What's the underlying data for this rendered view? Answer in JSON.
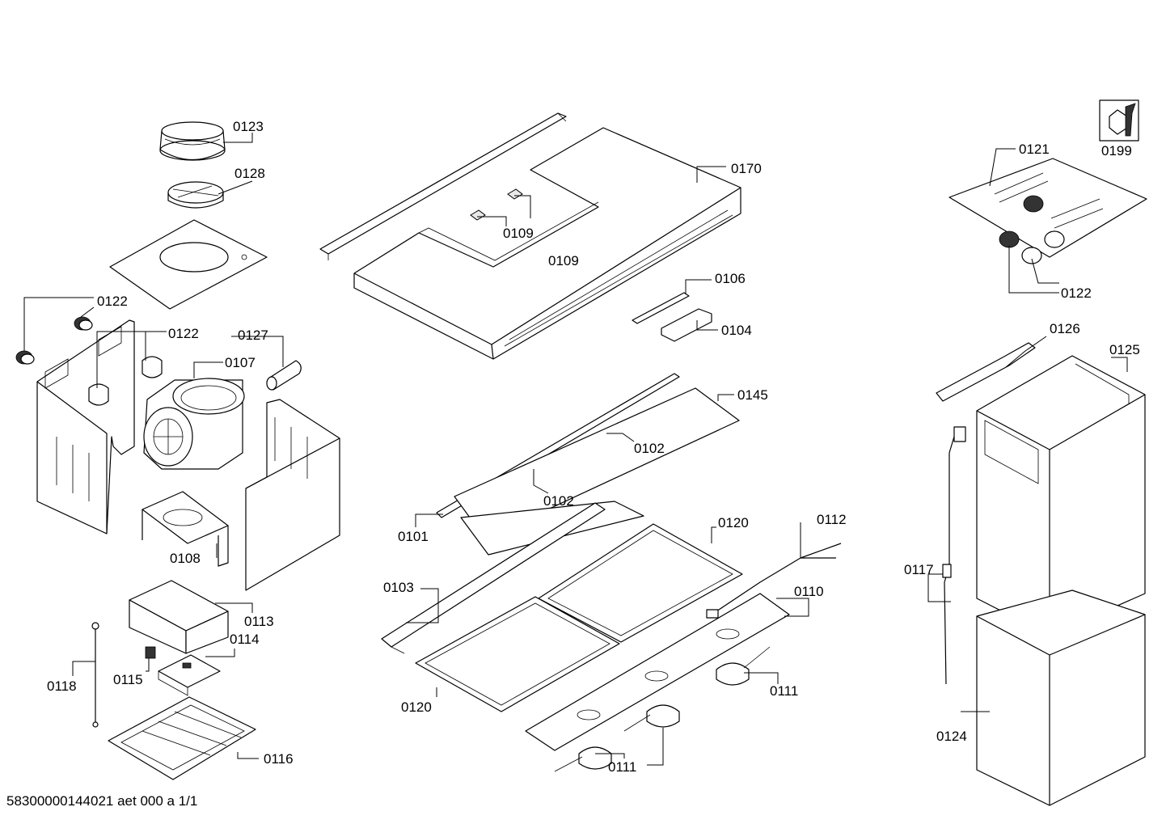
{
  "diagram": {
    "footer": "58300000144021 aet 000 a 1/1",
    "callouts": [
      "0123",
      "0128",
      "0122",
      "0122",
      "0127",
      "0107",
      "0108",
      "0113",
      "0114",
      "0115",
      "0118",
      "0116",
      "0170",
      "0109",
      "0109",
      "0106",
      "0104",
      "0145",
      "0102",
      "0102",
      "0101",
      "0103",
      "0120",
      "0120",
      "0112",
      "0110",
      "0111",
      "0111",
      "0199",
      "0121",
      "0122",
      "0126",
      "0125",
      "0117",
      "0124"
    ]
  }
}
